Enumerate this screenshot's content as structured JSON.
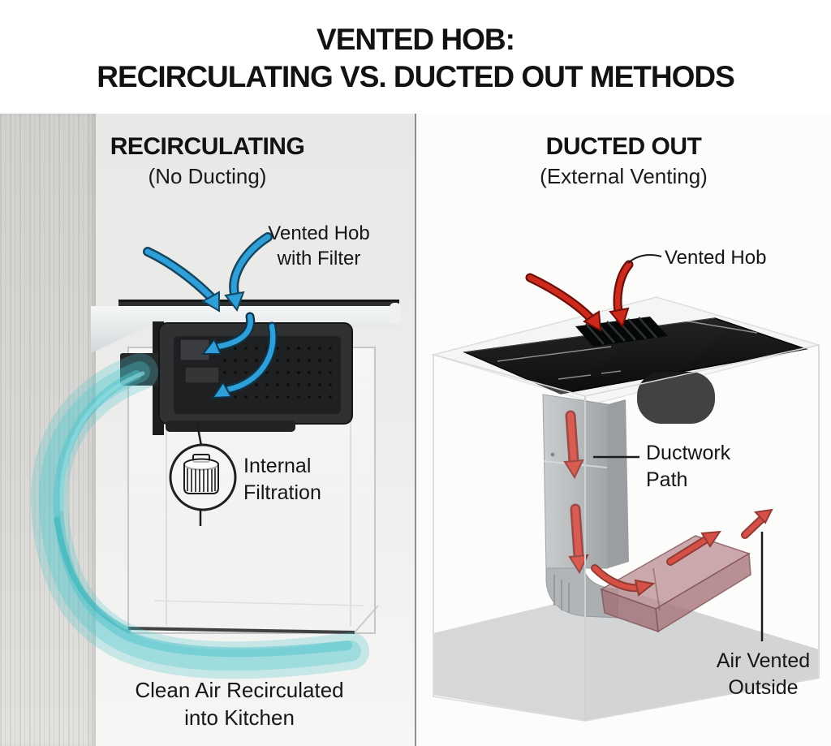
{
  "title": {
    "line1": "VENTED HOB:",
    "line2": "RECIRCULATING VS. DUCTED OUT METHODS"
  },
  "left": {
    "heading": "RECIRCULATING",
    "subheading": "(No Ducting)",
    "hob_label_line1": "Vented Hob",
    "hob_label_line2": "with Filter",
    "filtration_label_line1": "Internal",
    "filtration_label_line2": "Filtration",
    "caption_line1": "Clean Air Recirculated",
    "caption_line2": "into Kitchen",
    "flow_color": "#2e9fd8",
    "clean_air_color": "#4fc4cb"
  },
  "right": {
    "heading": "DUCTED OUT",
    "subheading": "(External Venting)",
    "hob_label": "Vented Hob",
    "duct_label_line1": "Ductwork",
    "duct_label_line2": "Path",
    "vent_label_line1": "Air Vented",
    "vent_label_line2": "Outside",
    "flow_color": "#cd2a1e",
    "duct_tint": "#a86e74"
  }
}
